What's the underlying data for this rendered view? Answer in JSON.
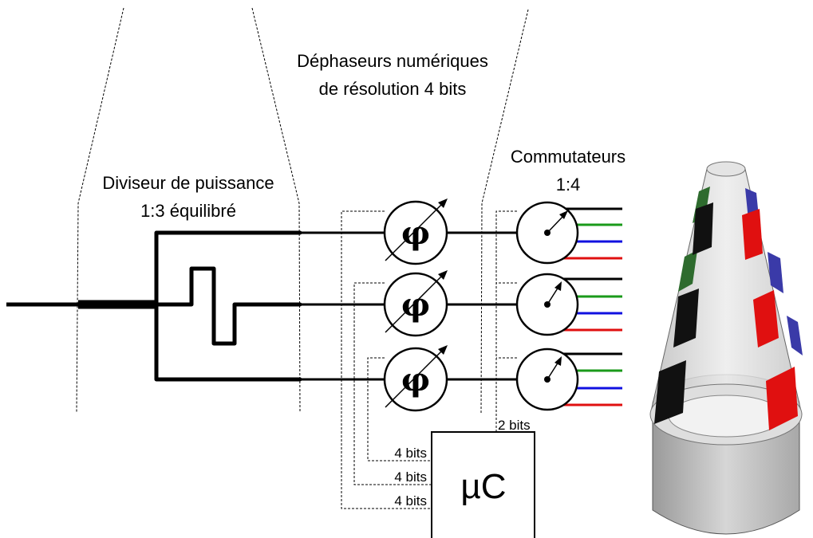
{
  "labels": {
    "phase_shifters_line1": "Déphaseurs numériques",
    "phase_shifters_line2": "de résolution 4 bits",
    "divider_line1": "Diviseur de puissance",
    "divider_line2": "1:3 équilibré",
    "switches_line1": "Commutateurs",
    "switches_line2": "1:4",
    "phi_symbol": "φ",
    "controller": "µC",
    "bits_4": "4 bits",
    "bits_2": "2 bits"
  },
  "colors": {
    "output_lines": [
      "#000000",
      "#1a9a1a",
      "#1010e0",
      "#e01010"
    ],
    "antenna_patch_front": [
      "#111111",
      "#e01010"
    ],
    "antenna_patch_back": [
      "#2e6b2e",
      "#3a3aa8"
    ],
    "cone_fill": "#d8d8d8"
  },
  "icons": {
    "phase_shifter": "phase-shifter-icon",
    "switch": "rotary-switch-icon",
    "antenna": "conical-antenna-icon"
  }
}
